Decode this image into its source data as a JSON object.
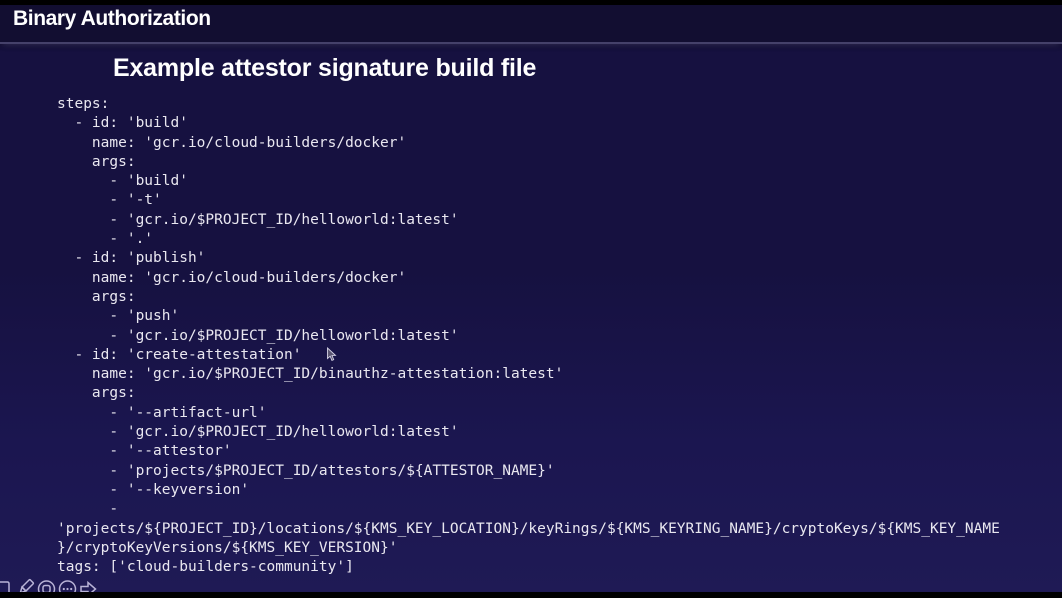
{
  "header": {
    "title": "Binary Authorization"
  },
  "slide": {
    "heading": "Example attestor signature build file",
    "code_language": "yaml",
    "code_lines": [
      "steps:",
      "  - id: 'build'",
      "    name: 'gcr.io/cloud-builders/docker'",
      "    args:",
      "      - 'build'",
      "      - '-t'",
      "      - 'gcr.io/$PROJECT_ID/helloworld:latest'",
      "      - '.'",
      "  - id: 'publish'",
      "    name: 'gcr.io/cloud-builders/docker'",
      "    args:",
      "      - 'push'",
      "      - 'gcr.io/$PROJECT_ID/helloworld:latest'",
      "  - id: 'create-attestation'",
      "    name: 'gcr.io/$PROJECT_ID/binauthz-attestation:latest'",
      "    args:",
      "      - '--artifact-url'",
      "      - 'gcr.io/$PROJECT_ID/helloworld:latest'",
      "      - '--attestor'",
      "      - 'projects/$PROJECT_ID/attestors/${ATTESTOR_NAME}'",
      "      - '--keyversion'",
      "      -",
      "'projects/${PROJECT_ID}/locations/${KMS_KEY_LOCATION}/keyRings/${KMS_KEYRING_NAME}/cryptoKeys/${KMS_KEY_NAME",
      "}/cryptoKeyVersions/${KMS_KEY_VERSION}'",
      "tags: ['cloud-builders-community']"
    ]
  },
  "annotation_toolbar": {
    "icons": [
      "shape-square-icon",
      "pencil-icon",
      "stamp-circle-icon",
      "more-options-icon",
      "forward-arrow-icon"
    ]
  },
  "cursor": {
    "glyph": "arrow-pointer"
  },
  "colors": {
    "background": "#161140",
    "background_bottom": "#1f1a55",
    "header_background": "#120e31",
    "divider": "#45416a",
    "text": "#ffffff",
    "code_text": "#e9e7f0",
    "toolbar_icon": "#c6c0e2"
  }
}
